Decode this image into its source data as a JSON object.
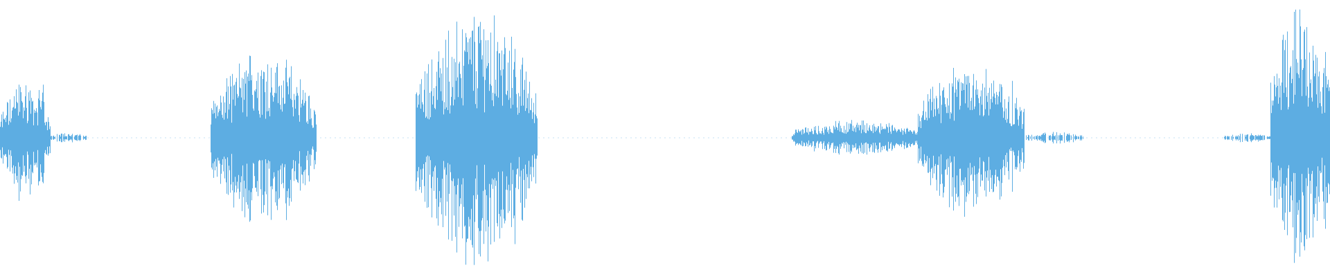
{
  "waveform": {
    "color": "#5dade2",
    "background": "#ffffff",
    "bursts": [
      {
        "start": 0.0,
        "end": 0.038,
        "amp": 0.2,
        "density": 1.0
      },
      {
        "start": 0.038,
        "end": 0.065,
        "amp": 0.018,
        "density": 0.8
      },
      {
        "start": 0.158,
        "end": 0.238,
        "amp": 0.3,
        "density": 1.0
      },
      {
        "start": 0.312,
        "end": 0.404,
        "amp": 0.43,
        "density": 1.0
      },
      {
        "start": 0.595,
        "end": 0.69,
        "amp": 0.06,
        "density": 1.0
      },
      {
        "start": 0.69,
        "end": 0.77,
        "amp": 0.26,
        "density": 1.0
      },
      {
        "start": 0.77,
        "end": 0.815,
        "amp": 0.02,
        "density": 0.7
      },
      {
        "start": 0.92,
        "end": 0.955,
        "amp": 0.015,
        "density": 0.8
      },
      {
        "start": 0.955,
        "end": 1.0,
        "amp": 0.47,
        "density": 1.0
      }
    ],
    "peaks": [
      {
        "pos": 0.014,
        "amp": 0.24
      },
      {
        "pos": 0.032,
        "amp": 0.22
      },
      {
        "pos": 0.186,
        "amp": 0.3
      },
      {
        "pos": 0.205,
        "amp": 0.29
      },
      {
        "pos": 0.222,
        "amp": 0.2
      },
      {
        "pos": 0.329,
        "amp": 0.28
      },
      {
        "pos": 0.351,
        "amp": 0.35
      },
      {
        "pos": 0.37,
        "amp": 0.36
      },
      {
        "pos": 0.387,
        "amp": 0.43
      },
      {
        "pos": 0.704,
        "amp": 0.25
      },
      {
        "pos": 0.734,
        "amp": 0.25
      },
      {
        "pos": 0.761,
        "amp": 0.23
      },
      {
        "pos": 0.961,
        "amp": 0.26
      },
      {
        "pos": 0.984,
        "amp": 0.47
      },
      {
        "pos": 0.997,
        "amp": 0.45
      }
    ]
  }
}
